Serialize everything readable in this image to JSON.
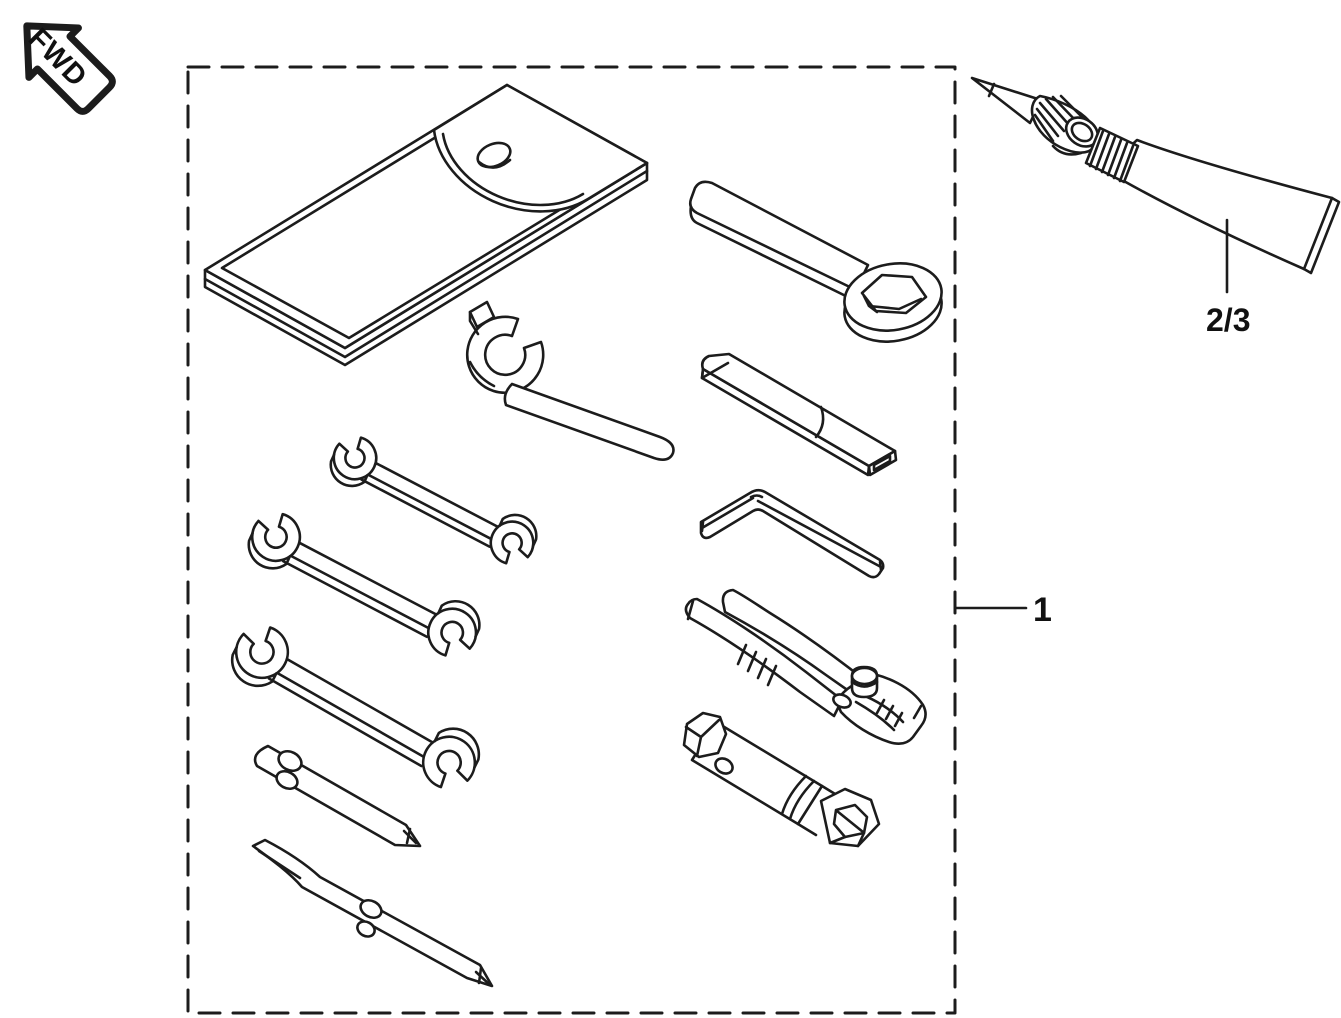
{
  "colors": {
    "background": "#ffffff",
    "line": "#1c1c1c"
  },
  "orientation_marker": {
    "label": "FWD",
    "icon": "fwd-arrow-icon"
  },
  "parts": [
    {
      "callout": "1",
      "target": "tool-kit-dashed-box",
      "tools": [
        "tool-pouch",
        "box-end-wrench",
        "pin-spanner",
        "sleeved-flat-bar",
        "hex-key",
        "open-end-wrench-small",
        "open-end-wrench-medium",
        "open-end-wrench-large",
        "phillips-bit-driver",
        "double-end-screwdriver",
        "slip-joint-pliers",
        "spark-plug-wrench"
      ]
    },
    {
      "callout": "2/3",
      "target": "sealant-tube"
    }
  ]
}
